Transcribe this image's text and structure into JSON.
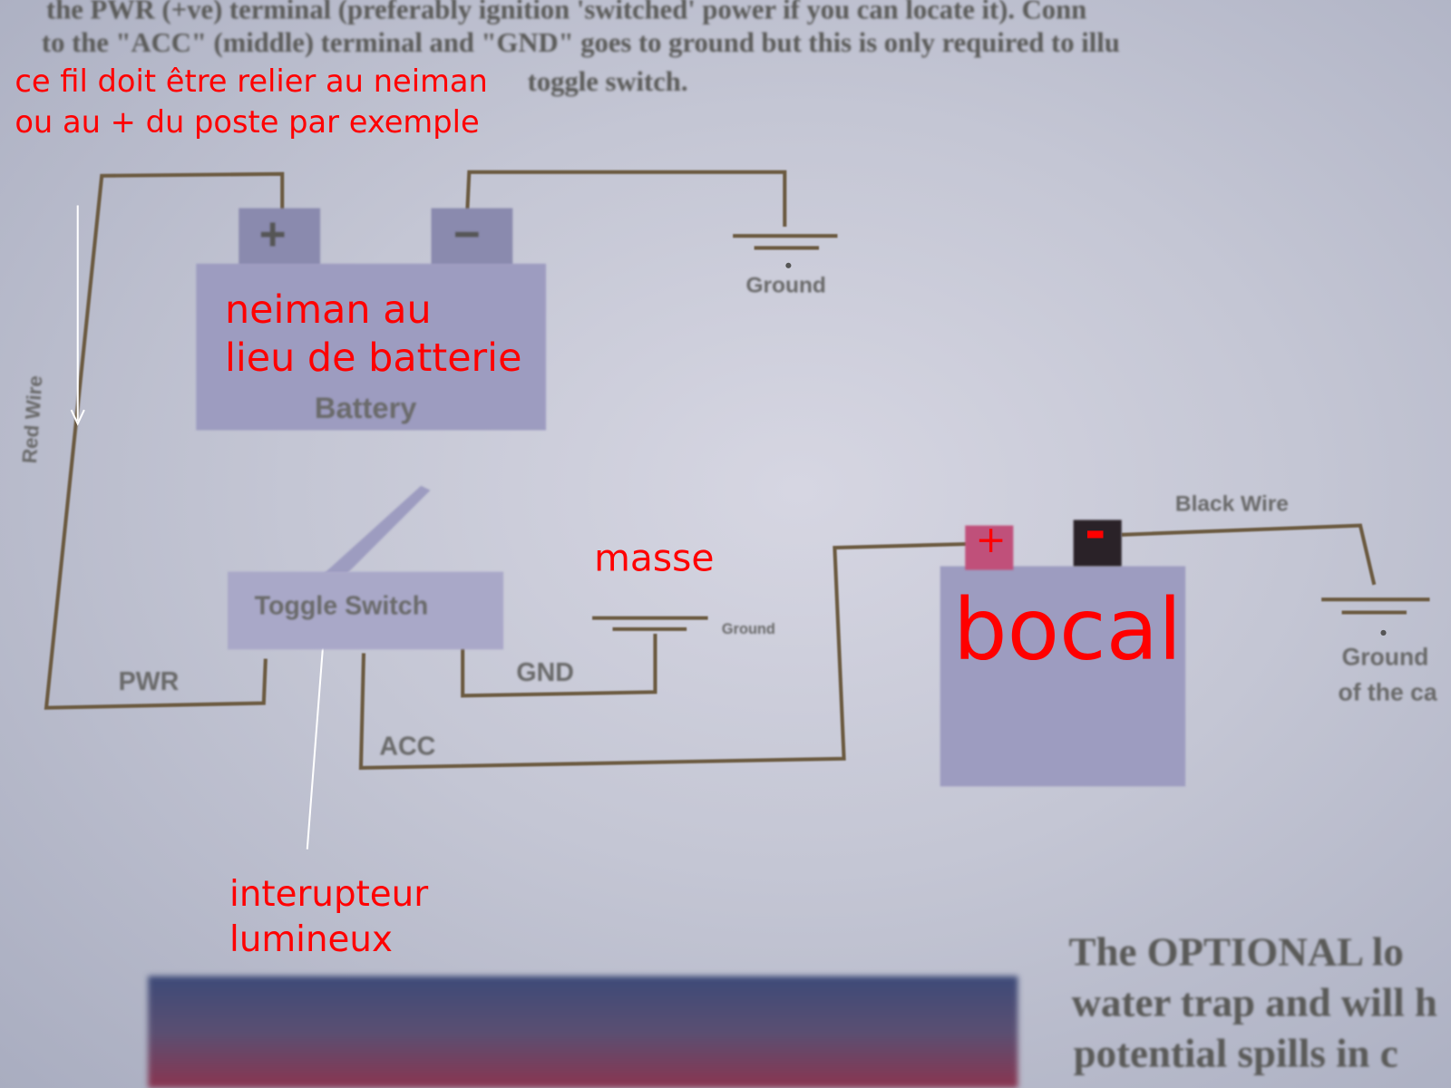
{
  "printed_text": {
    "line1": "the PWR (+ve) terminal (preferably ignition 'switched' power if you can locate it). Conn",
    "line2": "to the \"ACC\" (middle) terminal and \"GND\" goes to ground but this is only required to illu",
    "line3": "toggle switch.",
    "bottom1": "The  OPTIONAL  lo",
    "bottom2": "water trap and will h",
    "bottom3": "potential spills in c"
  },
  "diagram_labels": {
    "battery": "Battery",
    "ground_top": "Ground",
    "red_wire": "Red Wire",
    "toggle_switch": "Toggle Switch",
    "pwr": "PWR",
    "gnd": "GND",
    "acc": "ACC",
    "ground_small": "Ground",
    "black_wire": "Black Wire",
    "ground_car": "Ground",
    "ground_car2": "of the ca",
    "plus": "+",
    "minus": "−"
  },
  "annotations": {
    "wire_note_1": "ce fil doit être relier au neiman",
    "wire_note_2": "ou au + du poste par exemple",
    "battery_note_1": "neiman au",
    "battery_note_2": "lieu de batterie",
    "masse": "masse",
    "bocal": "bocal",
    "bocal_plus": "+",
    "bocal_minus": "-",
    "switch_note_1": "interupteur",
    "switch_note_2": "lumineux"
  },
  "colors": {
    "annotation": "#ff0000",
    "wire": "#6b5a40",
    "component": "#9d9cc0"
  }
}
